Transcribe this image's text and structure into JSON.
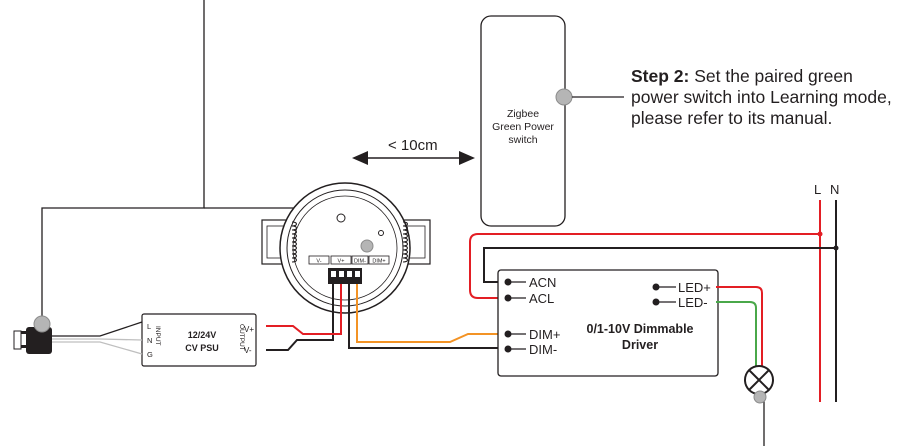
{
  "step": {
    "title": "Step 2:",
    "text": "Set the paired green power switch into Learning mode, please refer to its manual."
  },
  "switch": {
    "line1": "Zigbee",
    "line2": "Green Power",
    "line3": "switch"
  },
  "distance": "< 10cm",
  "mains": {
    "l": "L",
    "n": "N"
  },
  "psu": {
    "line1": "12/24V",
    "line2": "CV PSU",
    "input": "INPUT",
    "output": "OUTPUT",
    "in_l": "L",
    "in_n": "N",
    "in_g": "G",
    "out_pos": "V+",
    "out_neg": "V-"
  },
  "sensor_terminals": [
    "V-",
    "V+",
    "DIM-",
    "DIM+"
  ],
  "driver": {
    "line1": "0/1-10V Dimmable",
    "line2": "Driver",
    "acn": "ACN",
    "acl": "ACL",
    "dim_pos": "DIM+",
    "dim_neg": "DIM-",
    "led_pos": "LED+",
    "led_neg": "LED-"
  },
  "colors": {
    "line": "#231f20",
    "red": "#e31e24",
    "green": "#4aa84a",
    "orange": "#f39325",
    "gray": "#b5b5b5",
    "grey_wire": "#bfbfbf"
  }
}
